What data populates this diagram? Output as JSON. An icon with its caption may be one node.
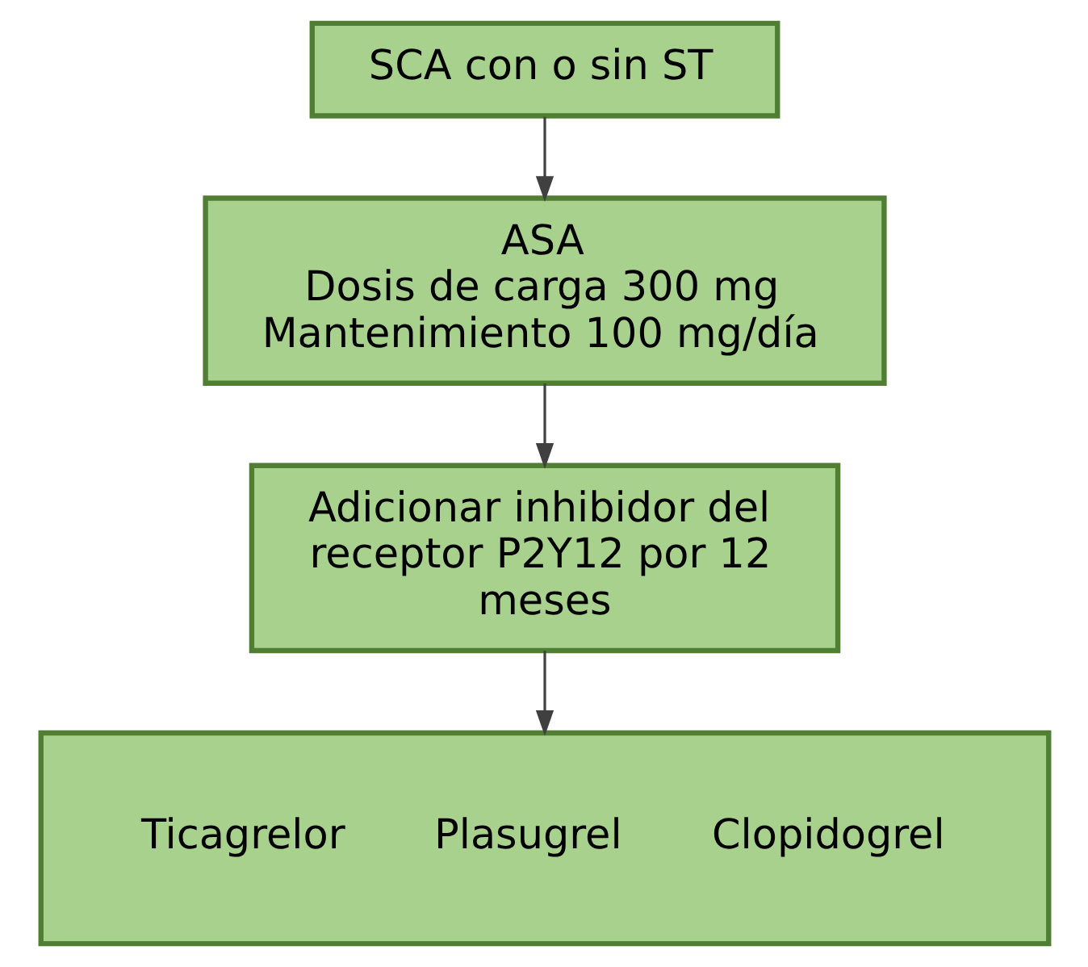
{
  "diagram": {
    "nodes": [
      {
        "text": [
          "SCA con o sin ST"
        ]
      },
      {
        "text": [
          "ASA",
          "Dosis de carga 300 mg",
          "Mantenimiento 100 mg/día"
        ]
      },
      {
        "text": [
          "Adicionar inhibidor del receptor P2Y12 por 12 meses"
        ]
      },
      {
        "text": [
          "Ticagrelor",
          "Plasugrel",
          "Clopidogrel"
        ]
      }
    ],
    "edges": [
      {
        "from": 0,
        "to": 1,
        "arrow": "to"
      },
      {
        "from": 1,
        "to": 2,
        "arrow": "to"
      },
      {
        "from": 2,
        "to": 3,
        "arrow": "to"
      }
    ]
  }
}
